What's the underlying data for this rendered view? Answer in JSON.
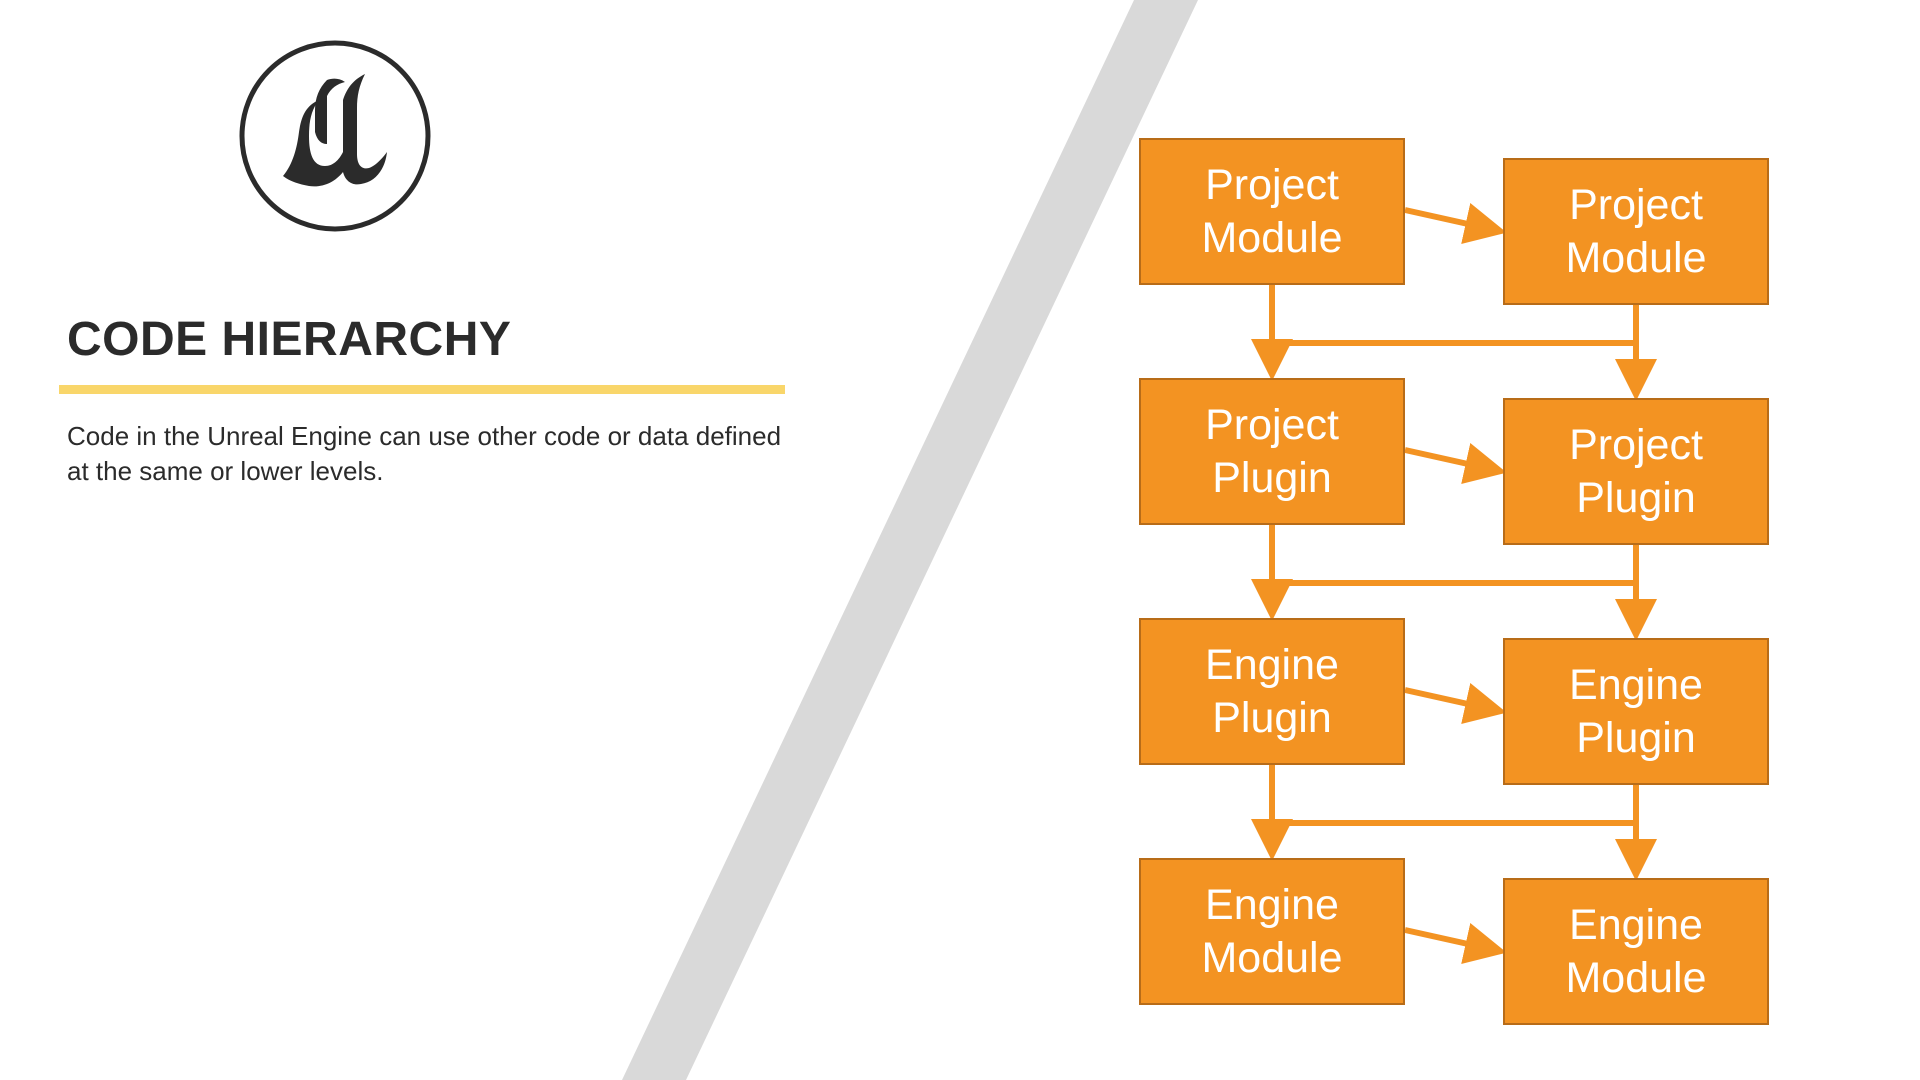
{
  "slide": {
    "title": "CODE HIERARCHY",
    "description": "Code in the Unreal Engine can use other code or data defined at the same or lower levels."
  },
  "logo": {
    "icon": "unreal-engine-logo-icon",
    "brand": "Unreal Engine"
  },
  "colors": {
    "box_fill": "#f39322",
    "box_border": "#b86c18",
    "arrow": "#f39322",
    "title_underline": "#f9d66a",
    "diagonal_stripe": "#d9d9d9",
    "text_dark": "#2b2b2b"
  },
  "diagram": {
    "rows": [
      {
        "left_label": "Project Module",
        "right_label": "Project Module"
      },
      {
        "left_label": "Project Plugin",
        "right_label": "Project Plugin"
      },
      {
        "left_label": "Engine Plugin",
        "right_label": "Engine Plugin"
      },
      {
        "left_label": "Engine Module",
        "right_label": "Engine Module"
      }
    ]
  }
}
